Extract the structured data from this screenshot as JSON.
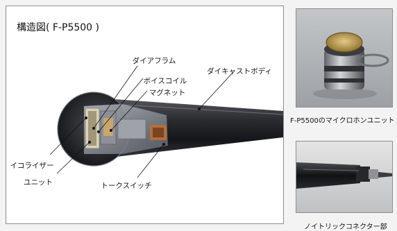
{
  "main_figure": {
    "title": "構造図( F-P5500 )",
    "labels": {
      "diaphragm": "ダイアフラム",
      "voice_coil": "ボイスコイル",
      "magnet": "マグネット",
      "diecast_body": "ダイキャストボディ",
      "equalizer": "イコライザー",
      "unit": "ユニット",
      "talk_switch": "トークスイッチ"
    }
  },
  "photos": {
    "top_caption": "F-P5500のマイクロホンユニット",
    "bottom_caption": "ノイトリックコネクター部"
  }
}
